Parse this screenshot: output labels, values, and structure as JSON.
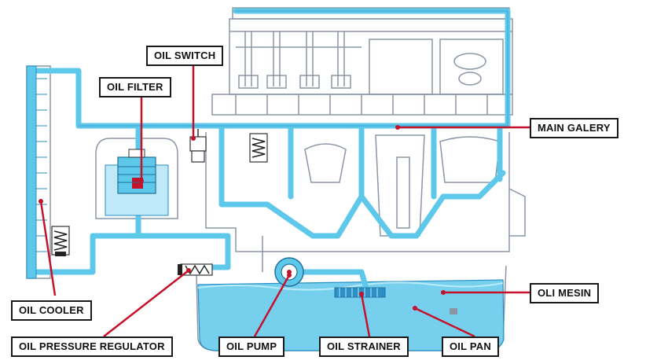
{
  "labels": {
    "oil_switch": "OIL SWITCH",
    "oil_filter": "OIL FILTER",
    "main_galery": "MAIN GALERY",
    "oli_mesin": "OLI MESIN",
    "oil_cooler": "OIL COOLER",
    "oil_pressure_regulator": "OIL PRESSURE REGULATOR",
    "oil_pump": "OIL PUMP",
    "oil_strainer": "OIL STRAINER",
    "oil_pan": "OIL PAN"
  },
  "colors": {
    "oil": "#5ec8ea",
    "oil_dark": "#2a90c6",
    "outline": "#8a96a6",
    "leader_line": "#c4122b",
    "label_border": "#1a1a1a"
  }
}
